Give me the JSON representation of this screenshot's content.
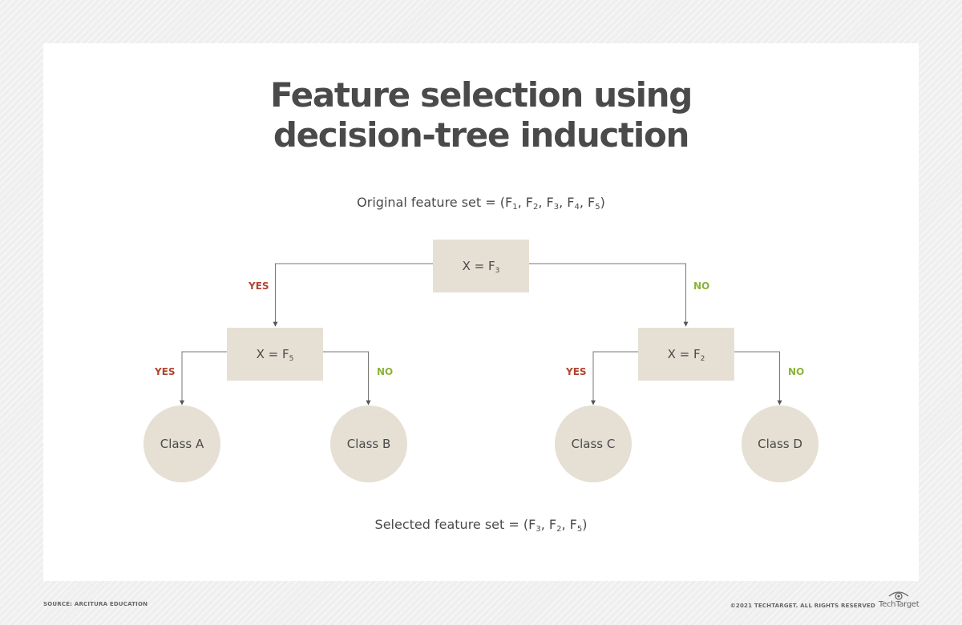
{
  "title": {
    "line1": "Feature selection using",
    "line2": "decision-tree induction"
  },
  "original_set": {
    "prefix": "Original feature set = (",
    "items": [
      {
        "base": "F",
        "sub": "1"
      },
      {
        "base": "F",
        "sub": "2"
      },
      {
        "base": "F",
        "sub": "3"
      },
      {
        "base": "F",
        "sub": "4"
      },
      {
        "base": "F",
        "sub": "5"
      }
    ],
    "separator": ", ",
    "suffix": ")"
  },
  "nodes": {
    "root": {
      "label": "X = F",
      "sub": "3"
    },
    "left": {
      "label": "X = F",
      "sub": "5"
    },
    "right": {
      "label": "X = F",
      "sub": "2"
    }
  },
  "classes": {
    "a": "Class A",
    "b": "Class B",
    "c": "Class C",
    "d": "Class D"
  },
  "branch_labels": {
    "yes": "YES",
    "no": "NO"
  },
  "selected_set": {
    "prefix": "Selected feature set = (",
    "items": [
      {
        "base": "F",
        "sub": "3"
      },
      {
        "base": "F",
        "sub": "2"
      },
      {
        "base": "F",
        "sub": "5"
      }
    ],
    "separator": ", ",
    "suffix": ")"
  },
  "footer": {
    "source": "SOURCE: ARCITURA EDUCATION",
    "copyright": "©2021 TECHTARGET. ALL RIGHTS RESERVED",
    "brand": "TechTarget"
  },
  "colors": {
    "yes": "#b0452f",
    "no": "#8cb33a",
    "node_fill": "#e6e0d4",
    "text": "#4a4a4a"
  },
  "icons": {
    "brand_logo": "eye-icon"
  }
}
